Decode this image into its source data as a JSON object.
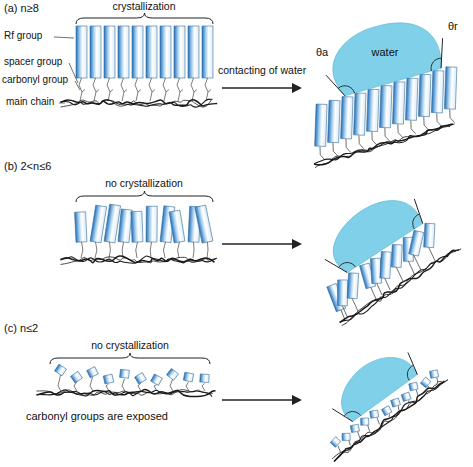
{
  "diagram": {
    "labels": [
      "(a) n≥8",
      "crystallization",
      "Rf group",
      "spacer group",
      "carbonyl group",
      "main chain",
      "contacting of water",
      "water",
      "θa",
      "θr",
      "(b) 2<n≤6",
      "no crystallization",
      "(c) n≤2",
      "no crystallization",
      "carbonyl groups are exposed"
    ]
  }
}
